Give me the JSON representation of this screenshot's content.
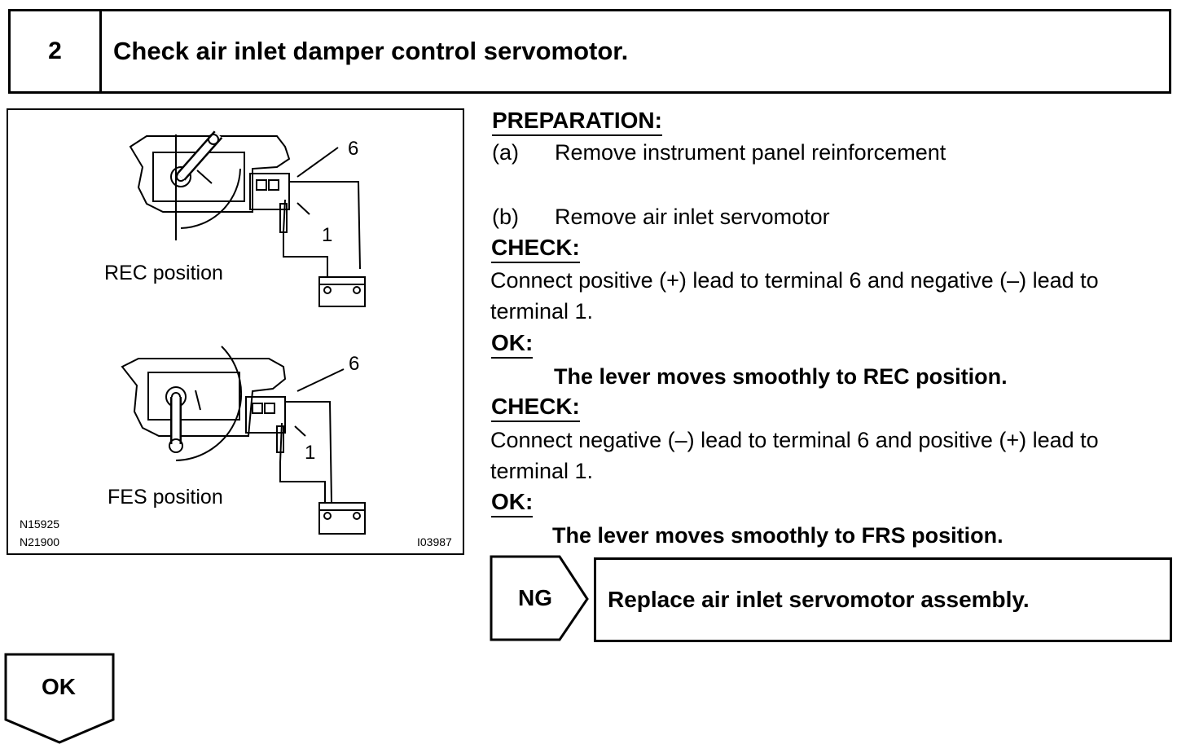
{
  "header": {
    "step_number": "2",
    "title": "Check air inlet damper control servomotor."
  },
  "figure": {
    "top_position_label": "REC position",
    "bottom_position_label": "FES position",
    "terminal_6": "6",
    "terminal_1": "1",
    "code_1": "N15925",
    "code_2": "N21900",
    "code_3": "I03987"
  },
  "procedure": {
    "preparation_heading": "PREPARATION:",
    "step_a_marker": "(a)",
    "step_a_text": "Remove instrument panel reinforcement",
    "step_b_marker": "(b)",
    "step_b_text": "Remove air inlet servomotor",
    "check1_heading": "CHECK:",
    "check1_line1": "Connect positive (+) lead to terminal 6 and negative (–) lead to",
    "check1_line2": "terminal 1.",
    "ok1_heading": "OK:",
    "ok1_result": "The lever moves smoothly to REC position.",
    "check2_heading": "CHECK:",
    "check2_line1": "Connect negative (–) lead to terminal 6 and positive (+) lead to",
    "check2_line2": "terminal 1.",
    "ok2_heading": "OK:",
    "ok2_result": "The lever moves smoothly to FRS position."
  },
  "outcomes": {
    "ng_label": "NG",
    "ng_action": "Replace air inlet servomotor assembly.",
    "ok_label": "OK"
  }
}
